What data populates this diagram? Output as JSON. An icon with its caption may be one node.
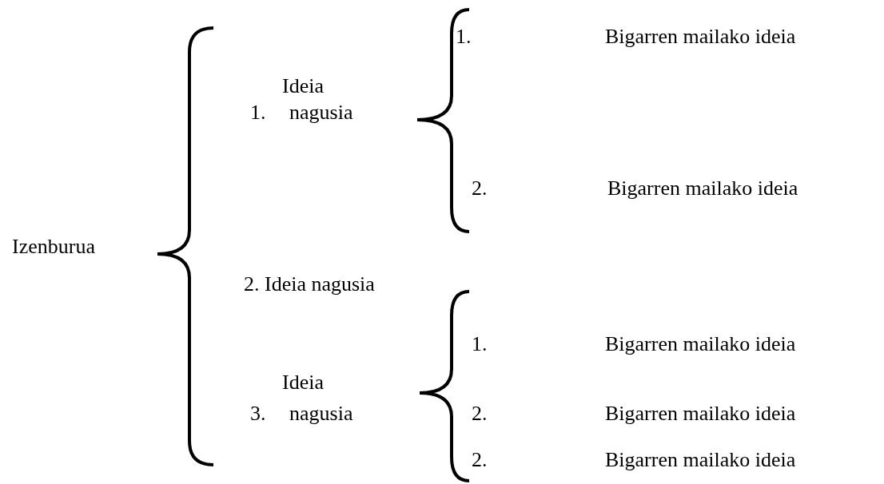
{
  "diagram": {
    "labels": [
      "1.",
      "Bigarren mailako ideia",
      "Ideia",
      "1.",
      "nagusia",
      "2.",
      "Bigarren mailako ideia",
      "Izenburua",
      "2. Ideia nagusia",
      "1.",
      "Bigarren mailako ideia",
      "Ideia",
      "3.",
      "nagusia",
      "2.",
      "Bigarren mailako ideia",
      "2.",
      "Bigarren mailako ideia"
    ]
  }
}
